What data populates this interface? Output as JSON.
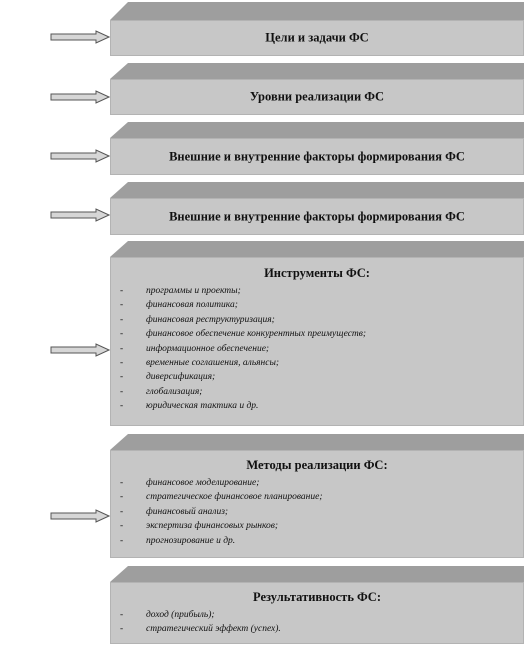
{
  "blocks": [
    {
      "title": "Цели и задачи ФС",
      "items": []
    },
    {
      "title": "Уровни реализации ФС",
      "items": []
    },
    {
      "title": "Внешние и внутренние факторы формирования ФС",
      "items": []
    },
    {
      "title": "Внешние и внутренние факторы формирования ФС",
      "items": []
    },
    {
      "title": "Инструменты ФС:",
      "items": [
        "программы и проекты;",
        "финансовая политика;",
        "финансовая реструктуризация;",
        "финансовое обеспечение конкурентных преимуществ;",
        "информационное обеспечение;",
        "временные соглашения, альянсы;",
        "диверсификация;",
        "глобализация;",
        "юридическая тактика и др."
      ]
    },
    {
      "title": "Методы реализации ФС:",
      "items": [
        "финансовое моделирование;",
        "стратегическое финансовое планирование;",
        "финансовый анализ;",
        "экспертиза финансовых рынков;",
        "прогнозирование и др."
      ]
    },
    {
      "title": "Результативность ФС:",
      "items": [
        "доход (прибыль);",
        "стратегический эффект (успех)."
      ]
    }
  ],
  "colors": {
    "face": "#c7c7c7",
    "top": "#9e9e9e",
    "arrow_fill": "#d6d6d6",
    "arrow_stroke": "#555555"
  }
}
